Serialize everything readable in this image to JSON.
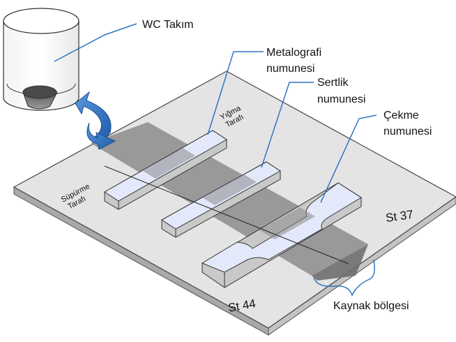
{
  "labels": {
    "tool": "WC Takım",
    "metallography_line1": "Metalografi",
    "metallography_line2": "numunesi",
    "hardness_line1": "Sertlik",
    "hardness_line2": "numunesi",
    "tensile_line1": "Çekme",
    "tensile_line2": "numunesi",
    "advancing_line1": "Yığma",
    "advancing_line2": "Tarafı",
    "retreating_line1": "Süpürme",
    "retreating_line2": "Tarafı",
    "material_right": "St 37",
    "material_left": "St 44",
    "weld_zone": "Kaynak bölgesi"
  },
  "colors": {
    "plate_top": "#e4e4e4",
    "plate_side": "#bdbdbd",
    "weld_band": "#8c8c8c",
    "specimen_top": "#e3e9fa",
    "specimen_side": "#c9c9c9",
    "leader_line": "#2f75c2",
    "rotation_arrow": "#2e72c1"
  }
}
